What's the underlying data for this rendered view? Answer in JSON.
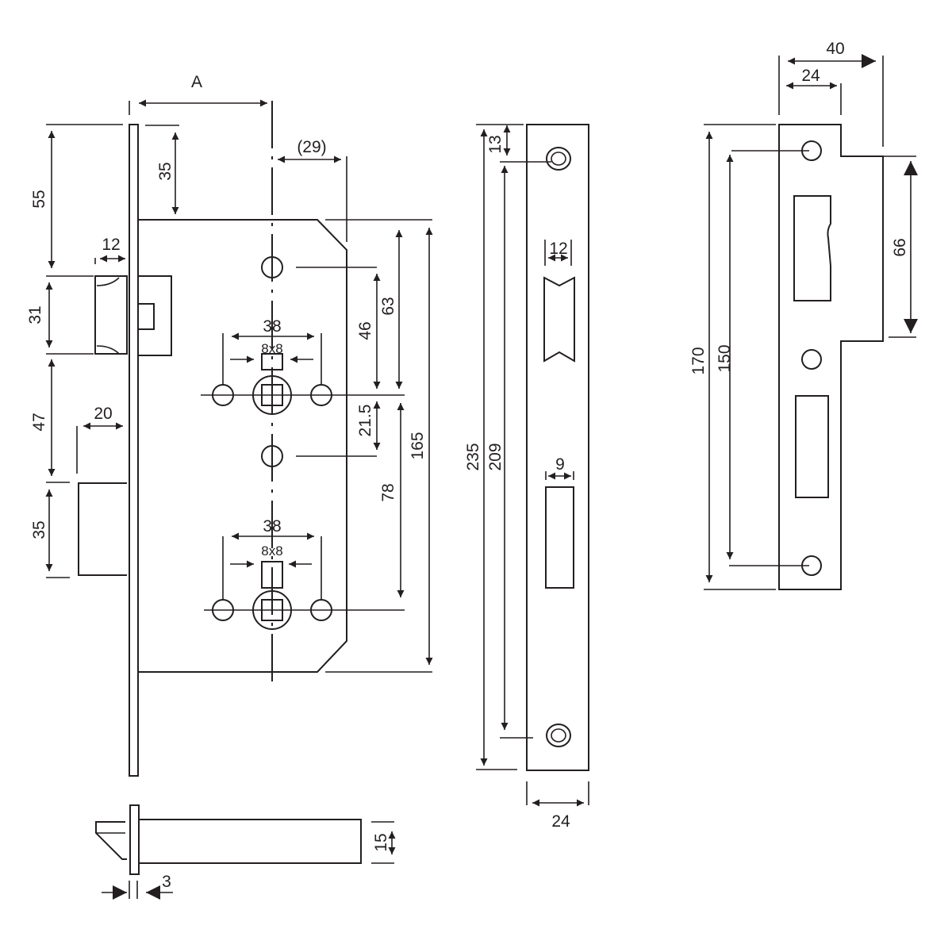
{
  "drawing": {
    "title": "Mortise lock dimensional drawing",
    "colors": {
      "line": "#231f20",
      "background": "#ffffff"
    },
    "lock_body": {
      "backset_label": "A",
      "backset_extra": "(29)",
      "top_to_body": "35",
      "faceplate_top_to_latch": "55",
      "latch_projection": "12",
      "latch_height": "31",
      "latch_to_bolt": "47",
      "bolt_projection": "20",
      "bolt_height": "35",
      "spindle_spacing_upper": "38",
      "spindle_square_upper": "8x8",
      "spindle_spacing_lower": "38",
      "spindle_square_lower": "8x8",
      "screw_to_spindle": "46",
      "body_top_to_spindle": "63",
      "spindle_to_screw": "21.5",
      "handle_to_cylinder": "78",
      "body_height": "165"
    },
    "faceplate": {
      "top_to_screw": "13",
      "overall_height": "235",
      "screw_centers": "209",
      "latch_slot_width": "12",
      "bolt_slot_width": "9",
      "width": "24"
    },
    "strike_plate": {
      "overall_width": "40",
      "plate_width": "24",
      "lip_height": "66",
      "overall_height": "170",
      "screw_centers": "150"
    },
    "bolt_detail": {
      "plate_thickness": "3",
      "bolt_height": "15"
    }
  }
}
